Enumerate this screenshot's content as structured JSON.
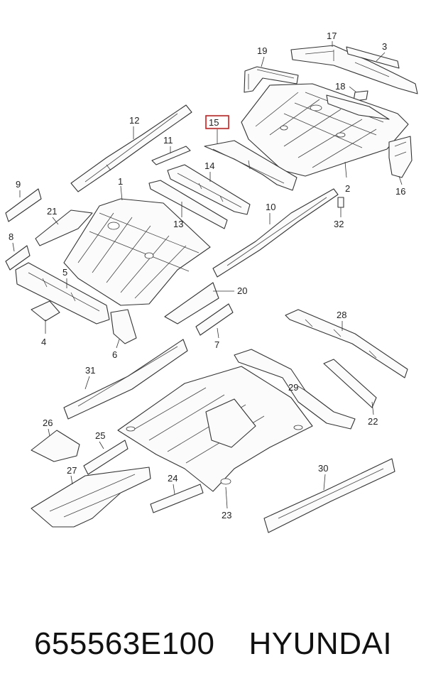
{
  "diagram": {
    "callouts": [
      {
        "id": "1",
        "label": "1"
      },
      {
        "id": "2",
        "label": "2"
      },
      {
        "id": "3",
        "label": "3"
      },
      {
        "id": "4",
        "label": "4"
      },
      {
        "id": "5",
        "label": "5"
      },
      {
        "id": "6",
        "label": "6"
      },
      {
        "id": "7",
        "label": "7"
      },
      {
        "id": "8",
        "label": "8"
      },
      {
        "id": "9",
        "label": "9"
      },
      {
        "id": "10",
        "label": "10"
      },
      {
        "id": "11",
        "label": "11"
      },
      {
        "id": "12",
        "label": "12"
      },
      {
        "id": "13",
        "label": "13"
      },
      {
        "id": "14",
        "label": "14"
      },
      {
        "id": "15",
        "label": "15",
        "highlighted": true
      },
      {
        "id": "16",
        "label": "16"
      },
      {
        "id": "17",
        "label": "17"
      },
      {
        "id": "19",
        "label": "19"
      },
      {
        "id": "18",
        "label": "18"
      },
      {
        "id": "20",
        "label": "20"
      },
      {
        "id": "21",
        "label": "21"
      },
      {
        "id": "22",
        "label": "22"
      },
      {
        "id": "23",
        "label": "23"
      },
      {
        "id": "24",
        "label": "24"
      },
      {
        "id": "25",
        "label": "25"
      },
      {
        "id": "26",
        "label": "26"
      },
      {
        "id": "27",
        "label": "27"
      },
      {
        "id": "28",
        "label": "28"
      },
      {
        "id": "29",
        "label": "29"
      },
      {
        "id": "30",
        "label": "30"
      },
      {
        "id": "31",
        "label": "31"
      },
      {
        "id": "32",
        "label": "32"
      }
    ],
    "highlight_color": "#d11a1a"
  },
  "caption": {
    "part_number": "655563E100",
    "brand": "HYUNDAI"
  }
}
